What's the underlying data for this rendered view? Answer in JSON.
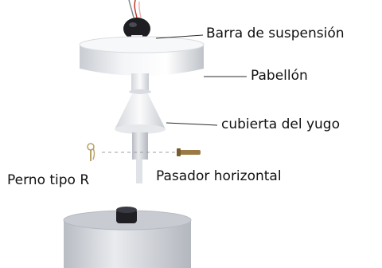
{
  "labels": {
    "suspension_bar": "Barra de suspensión",
    "canopy": "Pabellón",
    "yoke_cover": "cubierta del yugo",
    "r_pin": "Perno tipo R",
    "horizontal_pin": "Pasador horizontal"
  }
}
